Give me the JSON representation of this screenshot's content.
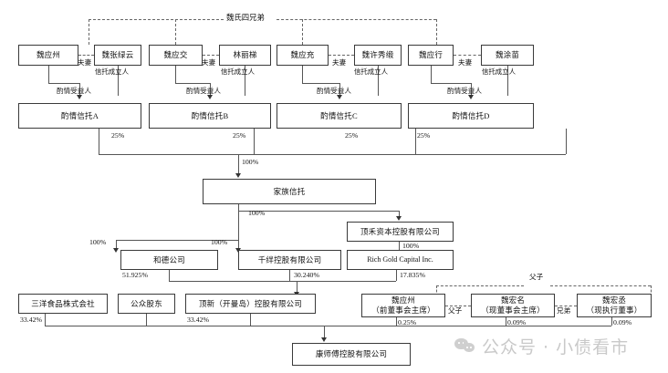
{
  "diagram": {
    "title": "魏氏四兄弟",
    "watermark": "公众号 · 小债看市"
  },
  "labels": {
    "spouse": "夫妻",
    "trust_settlor": "信托成立人",
    "discretionary_beneficiary": "酌情受益人",
    "father_son": "父子",
    "brothers": "兄弟",
    "p100": "100%",
    "p25": "25%"
  },
  "family": {
    "brothers": [
      {
        "name": "魏应州"
      },
      {
        "name": "魏应交"
      },
      {
        "name": "魏应充"
      },
      {
        "name": "魏应行"
      }
    ],
    "spouses": [
      {
        "name": "魏张绿云",
        "role": "信托成立人"
      },
      {
        "name": "林丽梯",
        "role": "信托成立人"
      },
      {
        "name": "魏许秀缎",
        "role": "信托成立人"
      },
      {
        "name": "魏涂苗",
        "role": "信托成立人"
      }
    ]
  },
  "trusts": [
    {
      "name": "酌情信托A",
      "share": "25%"
    },
    {
      "name": "酌情信托B",
      "share": "25%"
    },
    {
      "name": "酌情信托C",
      "share": "25%"
    },
    {
      "name": "酌情信托D",
      "share": "25%"
    }
  ],
  "family_trust": {
    "name": "家族信托",
    "share_in": "100%"
  },
  "holdings": {
    "dinghe": {
      "name": "顶禾资本控股有限公司",
      "share_in": "100%"
    },
    "hede": {
      "name": "和德公司",
      "share_in": "100%",
      "share_out": "51.925%"
    },
    "qianban": {
      "name": "千绊控股有限公司",
      "share_in": "100%",
      "share_out": "30.240%"
    },
    "richgold": {
      "name": "Rich Gold Capital Inc.",
      "share_in": "100%",
      "share_out": "17.835%"
    }
  },
  "shareholders": [
    {
      "name": "三洋食品株式会社",
      "share": "33.42%"
    },
    {
      "name": "公众股东",
      "share": ""
    },
    {
      "name": "顶新（开曼岛）控股有限公司",
      "share": "33.42%"
    }
  ],
  "executives": [
    {
      "name": "魏应州",
      "role": "（前董事会主席）",
      "share": "0.25%"
    },
    {
      "name": "魏宏名",
      "role": "（现董事会主席）",
      "share": "0.09%"
    },
    {
      "name": "魏宏丞",
      "role": "（现执行董事）",
      "share": "0.09%"
    }
  ],
  "relations": {
    "exec_top": "父子",
    "exec_1_2": "父子",
    "exec_2_3": "兄弟"
  },
  "listed_company": {
    "name": "康师傅控股有限公司"
  }
}
